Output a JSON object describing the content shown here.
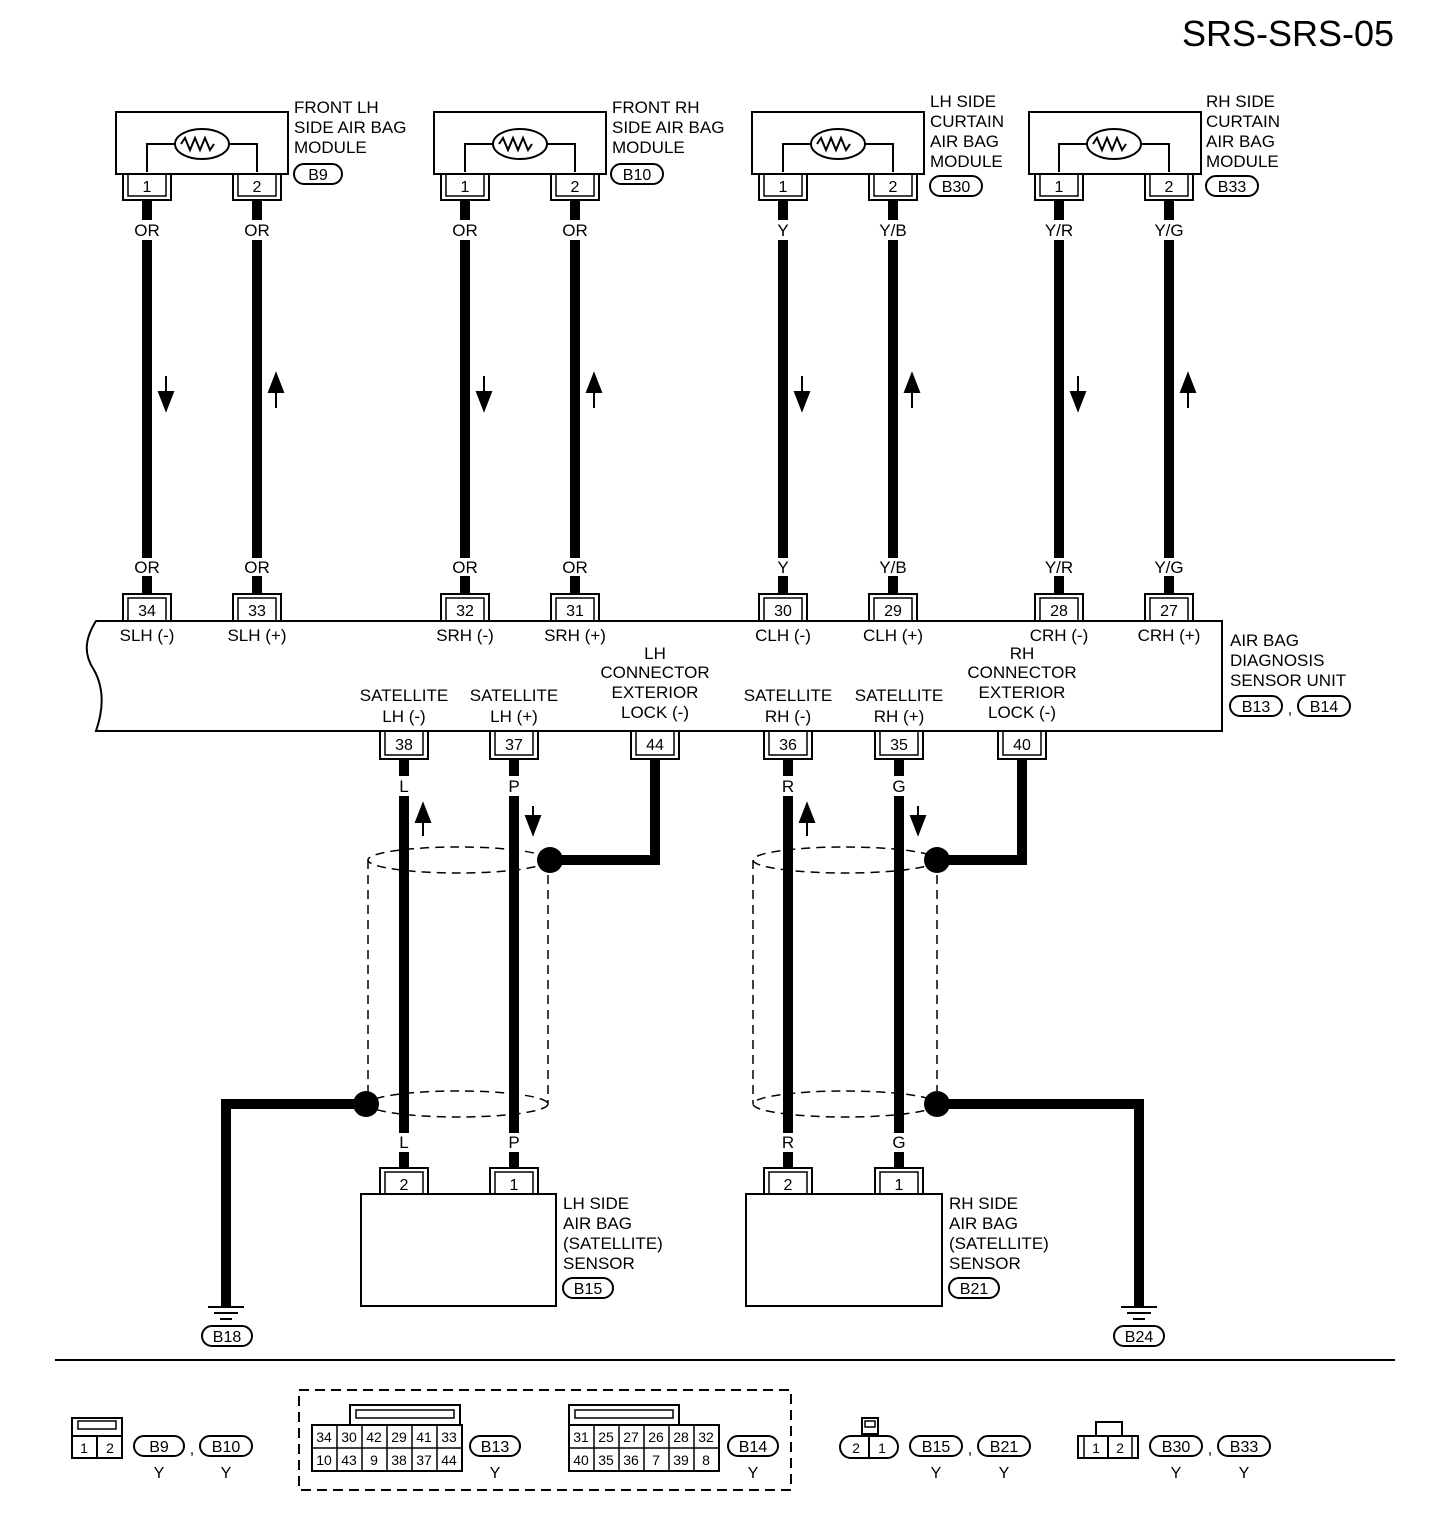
{
  "page_title": "SRS-SRS-05",
  "top_modules": [
    {
      "name_lines": [
        "FRONT LH",
        "SIDE AIR BAG",
        "MODULE"
      ],
      "connector": "B9",
      "pins": [
        "1",
        "2"
      ],
      "wire_colors": [
        "OR",
        "OR"
      ],
      "unit_pins": [
        "34",
        "33"
      ],
      "unit_pin_labels": [
        "SLH (-)",
        "SLH (+)"
      ]
    },
    {
      "name_lines": [
        "FRONT RH",
        "SIDE AIR BAG",
        "MODULE"
      ],
      "connector": "B10",
      "pins": [
        "1",
        "2"
      ],
      "wire_colors": [
        "OR",
        "OR"
      ],
      "unit_pins": [
        "32",
        "31"
      ],
      "unit_pin_labels": [
        "SRH (-)",
        "SRH (+)"
      ]
    },
    {
      "name_lines": [
        "LH SIDE",
        "CURTAIN",
        "AIR BAG",
        "MODULE"
      ],
      "connector": "B30",
      "pins": [
        "1",
        "2"
      ],
      "wire_colors": [
        "Y",
        "Y/B"
      ],
      "unit_pins": [
        "30",
        "29"
      ],
      "unit_pin_labels": [
        "CLH (-)",
        "CLH (+)"
      ]
    },
    {
      "name_lines": [
        "RH SIDE",
        "CURTAIN",
        "AIR BAG",
        "MODULE"
      ],
      "connector": "B33",
      "pins": [
        "1",
        "2"
      ],
      "wire_colors": [
        "Y/R",
        "Y/G"
      ],
      "unit_pins": [
        "28",
        "27"
      ],
      "unit_pin_labels": [
        "CRH (-)",
        "CRH (+)"
      ]
    }
  ],
  "sensor_unit": {
    "name_lines": [
      "AIR BAG",
      "DIAGNOSIS",
      "SENSOR UNIT"
    ],
    "connectors": [
      "B13",
      "B14"
    ],
    "connector_separator": ","
  },
  "bottom_pins": [
    {
      "pin": "38",
      "label_lines": [
        "SATELLITE",
        "LH (-)"
      ],
      "wire": "L"
    },
    {
      "pin": "37",
      "label_lines": [
        "SATELLITE",
        "LH (+)"
      ],
      "wire": "P"
    },
    {
      "pin": "44",
      "label_lines": [
        "LH",
        "CONNECTOR",
        "EXTERIOR",
        "LOCK (-)"
      ],
      "wire": ""
    },
    {
      "pin": "36",
      "label_lines": [
        "SATELLITE",
        "RH (-)"
      ],
      "wire": "R"
    },
    {
      "pin": "35",
      "label_lines": [
        "SATELLITE",
        "RH (+)"
      ],
      "wire": "G"
    },
    {
      "pin": "40",
      "label_lines": [
        "RH",
        "CONNECTOR",
        "EXTERIOR",
        "LOCK (-)"
      ],
      "wire": ""
    }
  ],
  "sensors": [
    {
      "name_lines": [
        "LH SIDE",
        "AIR BAG",
        "(SATELLITE)",
        "SENSOR"
      ],
      "connector": "B15",
      "pins": [
        "2",
        "1"
      ],
      "wire_colors": [
        "L",
        "P"
      ],
      "ground": "B18"
    },
    {
      "name_lines": [
        "RH SIDE",
        "AIR BAG",
        "(SATELLITE)",
        "SENSOR"
      ],
      "connector": "B21",
      "pins": [
        "2",
        "1"
      ],
      "wire_colors": [
        "R",
        "G"
      ],
      "ground": "B24"
    }
  ],
  "connector_views": [
    {
      "pins_top": [
        "1",
        "2"
      ],
      "codes": [
        "B9",
        "B10"
      ],
      "colors": [
        "Y",
        "Y"
      ]
    },
    {
      "pins_row1": [
        "34",
        "30",
        "42",
        "29",
        "41",
        "33"
      ],
      "pins_row2": [
        "10",
        "43",
        "9",
        "38",
        "37",
        "44"
      ],
      "code": "B13",
      "color": "Y"
    },
    {
      "pins_row1": [
        "31",
        "25",
        "27",
        "26",
        "28",
        "32"
      ],
      "pins_row2": [
        "40",
        "35",
        "36",
        "7",
        "39",
        "8"
      ],
      "code": "B14",
      "color": "Y"
    },
    {
      "pins_top": [
        "2",
        "1"
      ],
      "codes": [
        "B15",
        "B21"
      ],
      "colors": [
        "Y",
        "Y"
      ]
    },
    {
      "pins_top": [
        "1",
        "2"
      ],
      "codes": [
        "B30",
        "B33"
      ],
      "colors": [
        "Y",
        "Y"
      ]
    }
  ],
  "separator": ","
}
